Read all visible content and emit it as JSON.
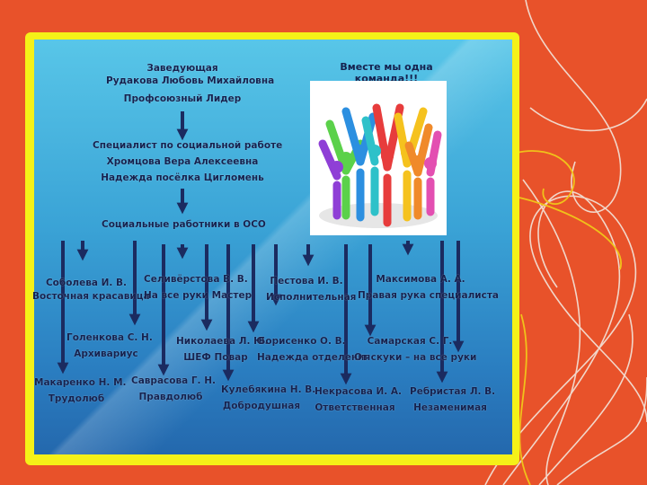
{
  "colors": {
    "background": "#e8522a",
    "frame": "#f5f118",
    "panel_top": "#58c6e8",
    "panel_bottom": "#2468ad",
    "arrow": "#1b2b60",
    "text": "#15224f"
  },
  "head": {
    "role": "Заведующая",
    "name": "Рудакова Любовь Михайловна",
    "tag": "Профсоюзный Лидер"
  },
  "specialist": {
    "role": "Специалист по социальной работе",
    "name": "Хромцова Вера Алексеевна",
    "tag": "Надежда посёлка Цигломень"
  },
  "workers_title": "Социальные работники в ОСО",
  "team_caption": "Вместе мы одна команда!!!",
  "team_image": "team-people-circle-illustration",
  "workers": [
    {
      "name": "Соболева И. В.",
      "tag": "Восточная красавица"
    },
    {
      "name": "Селивёрстова В. В.",
      "tag": "На все руки Мастер"
    },
    {
      "name": "Пестова И. В.",
      "tag": "Исполнительная"
    },
    {
      "name": "Максимова А. А.",
      "tag": "Правая рука специалиста"
    },
    {
      "name": "Голенкова С. Н.",
      "tag": "Архивариус"
    },
    {
      "name": "Николаева Л. Ю.",
      "tag": "ШЕФ Повар"
    },
    {
      "name": "Борисенко О. В.",
      "tag": "Надежда отделения"
    },
    {
      "name": "Самарская С. Г.",
      "tag": "От скуки – на все руки"
    },
    {
      "name": "Макаренко Н. М.",
      "tag": "Трудолюб"
    },
    {
      "name": "Саврасова Г. Н.",
      "tag": "Правдолюб"
    },
    {
      "name": "Кулебякина Н. В.",
      "tag": "Добродушная"
    },
    {
      "name": "Некрасова И. А.",
      "tag": "Ответственная"
    },
    {
      "name": "Ребристая Л. В.",
      "tag": "Незаменимая"
    }
  ]
}
